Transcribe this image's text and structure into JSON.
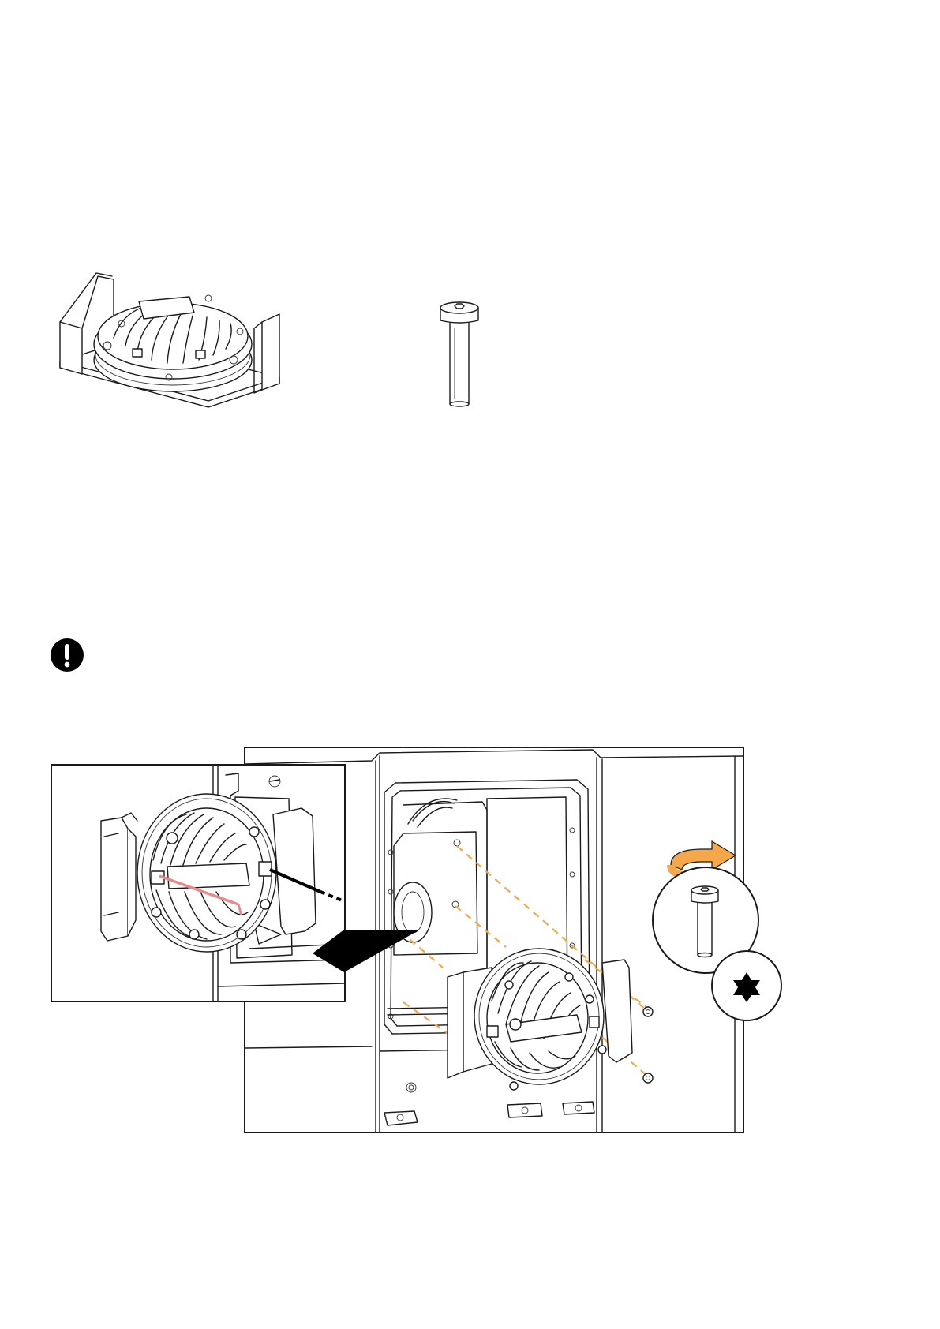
{
  "parts": {
    "driver": {
      "icon": "compression-driver-with-bracket"
    },
    "screw": {
      "icon": "torx-screw"
    }
  },
  "notice": {
    "icon": "exclamation-icon"
  },
  "assembly": {
    "inset_icon": "detail-zoom-inset",
    "rotate_icon": "clockwise-arrow-icon",
    "screw_icon": "torx-screw",
    "drive_icon": "torx-star-icon"
  },
  "colors": {
    "ink": "#1a1a1a",
    "guide": "#f5a84a",
    "rotate": "#f5a84a",
    "wire": "#e98a8a"
  }
}
